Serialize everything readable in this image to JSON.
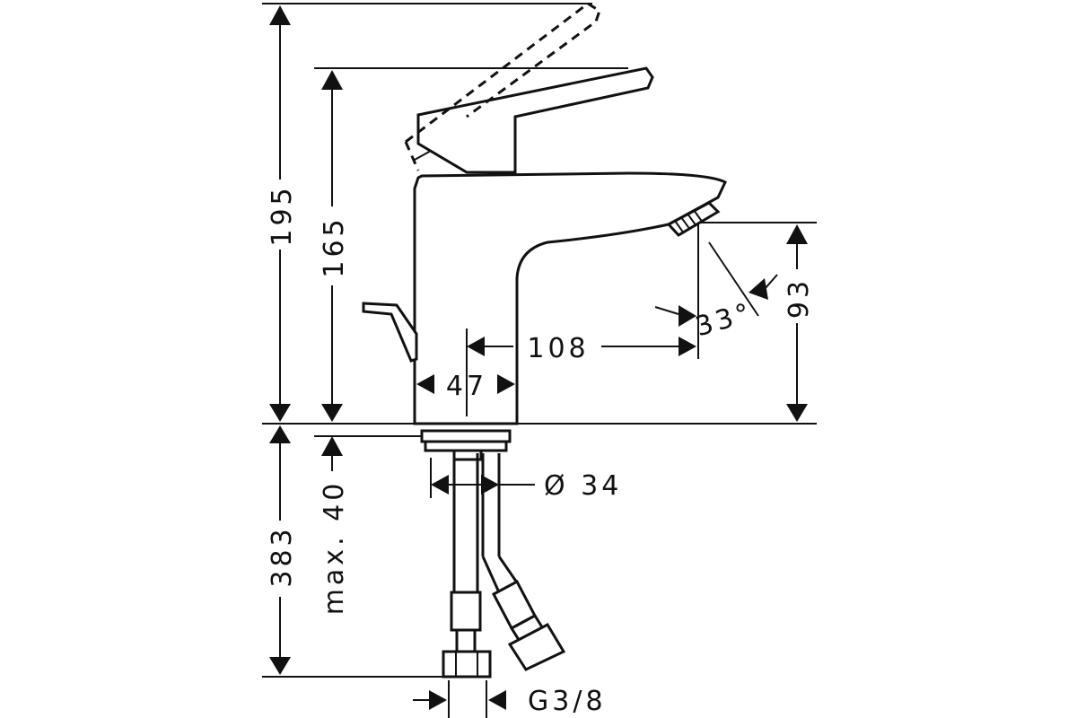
{
  "dimensions": {
    "total_height": "195",
    "body_height": "165",
    "spout_height": "93",
    "spout_angle": "33°",
    "spout_reach": "108",
    "body_width": "47",
    "base_diameter": "Ø 34",
    "counter_thickness": "max. 40",
    "hose_length": "383",
    "connection_thread": "G3/8"
  }
}
